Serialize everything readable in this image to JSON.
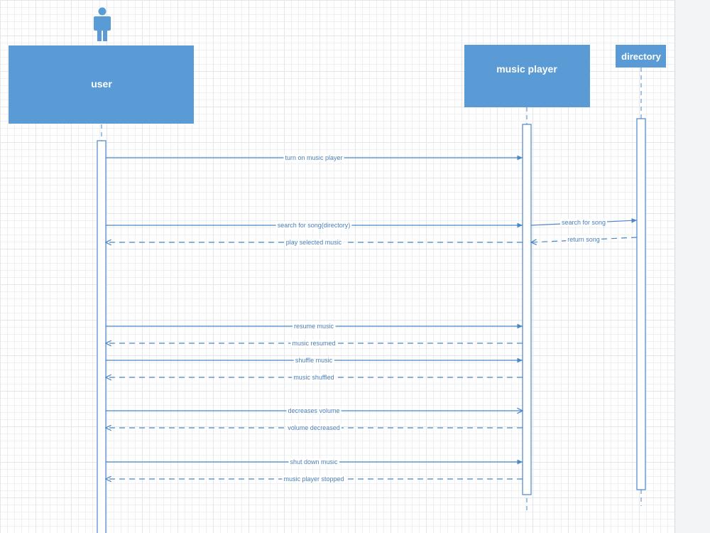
{
  "participants": {
    "user": "user",
    "music_player": "music player",
    "directory": "directory"
  },
  "messages": [
    {
      "label": "turn on music player",
      "from": "user",
      "to": "music_player",
      "kind": "sync"
    },
    {
      "label": "search for song(directory)",
      "from": "user",
      "to": "music_player",
      "kind": "sync"
    },
    {
      "label": "search for song",
      "from": "music_player",
      "to": "directory",
      "kind": "sync"
    },
    {
      "label": "return song",
      "from": "directory",
      "to": "music_player",
      "kind": "return"
    },
    {
      "label": "play selected music",
      "from": "music_player",
      "to": "user",
      "kind": "return"
    },
    {
      "label": "resume music",
      "from": "user",
      "to": "music_player",
      "kind": "sync"
    },
    {
      "label": "music resumed",
      "from": "music_player",
      "to": "user",
      "kind": "return"
    },
    {
      "label": "shuffle music",
      "from": "user",
      "to": "music_player",
      "kind": "sync"
    },
    {
      "label": "music shuffled",
      "from": "music_player",
      "to": "user",
      "kind": "return"
    },
    {
      "label": "decreases volume",
      "from": "user",
      "to": "music_player",
      "kind": "sync"
    },
    {
      "label": "volume decreased",
      "from": "music_player",
      "to": "user",
      "kind": "return"
    },
    {
      "label": "shut down music",
      "from": "user",
      "to": "music_player",
      "kind": "sync"
    },
    {
      "label": "music player stopped",
      "from": "music_player",
      "to": "user",
      "kind": "return"
    }
  ],
  "colors": {
    "participant_fill": "#5b9bd5",
    "line": "#4a86c8",
    "label": "#4a7fba",
    "activation_fill": "#ffffff"
  },
  "icons": {
    "actor": "person-icon"
  }
}
